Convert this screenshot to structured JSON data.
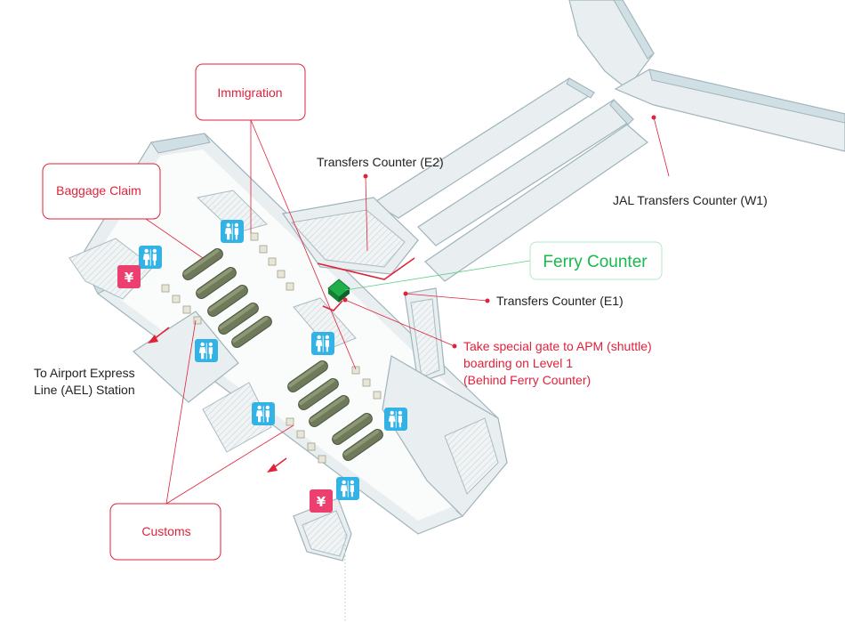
{
  "labels": {
    "immigration": "Immigration",
    "baggage_claim": "Baggage Claim",
    "transfers_e2": "Transfers Counter (E2)",
    "jal_w1": "JAL Transfers Counter (W1)",
    "ferry_counter": "Ferry Counter",
    "transfers_e1": "Transfers Counter (E1)",
    "apm_line1": "Take special gate to APM (shuttle)",
    "apm_line2": "boarding on Level 1",
    "apm_line3": "(Behind Ferry Counter)",
    "ael_line1": "To Airport Express",
    "ael_line2": "Line (AEL) Station",
    "customs": "Customs"
  },
  "icons": {
    "restroom": "restroom-icon",
    "currency": "yen-icon",
    "yen_glyph": "¥",
    "ferry_marker": "ferry-counter-marker"
  },
  "colors": {
    "annotation_red": "#e0223b",
    "ferry_green": "#19b84d",
    "restroom_blue": "#33b2e6",
    "currency_pink": "#ec3f6f"
  }
}
